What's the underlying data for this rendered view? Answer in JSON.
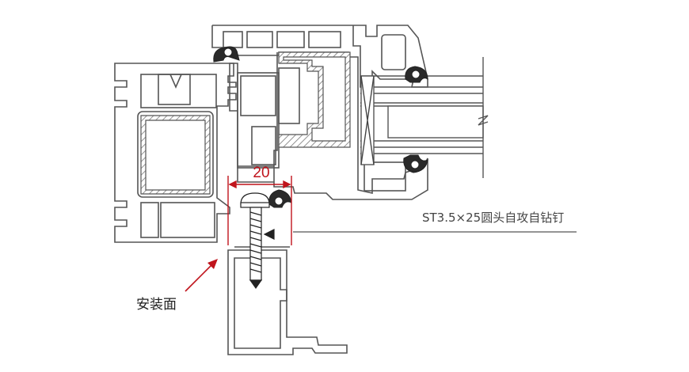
{
  "dimension": {
    "value": "20",
    "color": "#c0141c"
  },
  "screw_label": "ST3.5×25圆头自攻自钻钉",
  "mounting_surface_label": "安装面",
  "colors": {
    "line": "#555555",
    "gasket": "#2a2a2a",
    "accent": "#c0141c",
    "text": "#444444"
  }
}
